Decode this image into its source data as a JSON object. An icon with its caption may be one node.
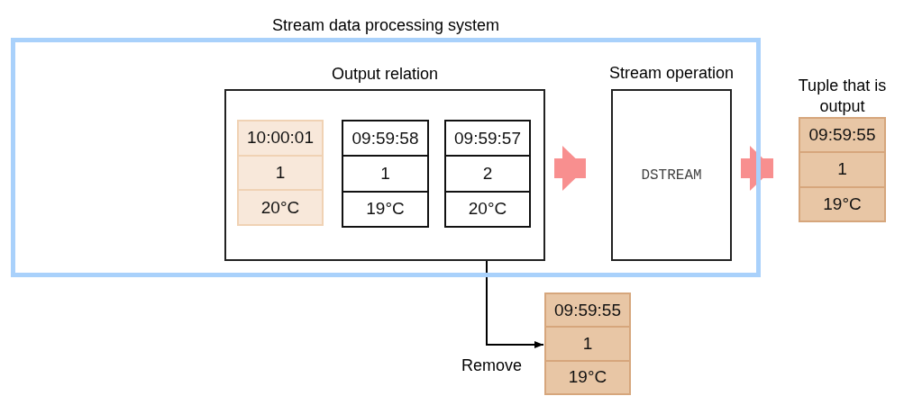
{
  "diagram": {
    "nodes": [
      {
        "text": [
          "Stream data processing system"
        ]
      },
      {
        "text": [
          "Output relation"
        ],
        "in": 0
      },
      {
        "text": [
          "10:00:01",
          "1",
          "20°C"
        ],
        "in": 1
      },
      {
        "text": [
          "09:59:58",
          "1",
          "19°C"
        ],
        "in": 1
      },
      {
        "text": [
          "09:59:57",
          "2",
          "20°C"
        ],
        "in": 1
      },
      {
        "text": [
          "Stream operation",
          "DSTREAM"
        ],
        "in": 0
      },
      {
        "text": [
          "Tuple that is output",
          "09:59:55",
          "1",
          "19°C"
        ]
      },
      {
        "text": [
          "09:59:55",
          "1",
          "19°C"
        ]
      }
    ],
    "edges": [
      {
        "from": 1,
        "to": 5,
        "arrow": "to"
      },
      {
        "from": 5,
        "to": 6,
        "arrow": "to"
      },
      {
        "from": 1,
        "to": 7,
        "arrow": "to",
        "label": "Remove",
        "color": "#000000"
      }
    ]
  }
}
